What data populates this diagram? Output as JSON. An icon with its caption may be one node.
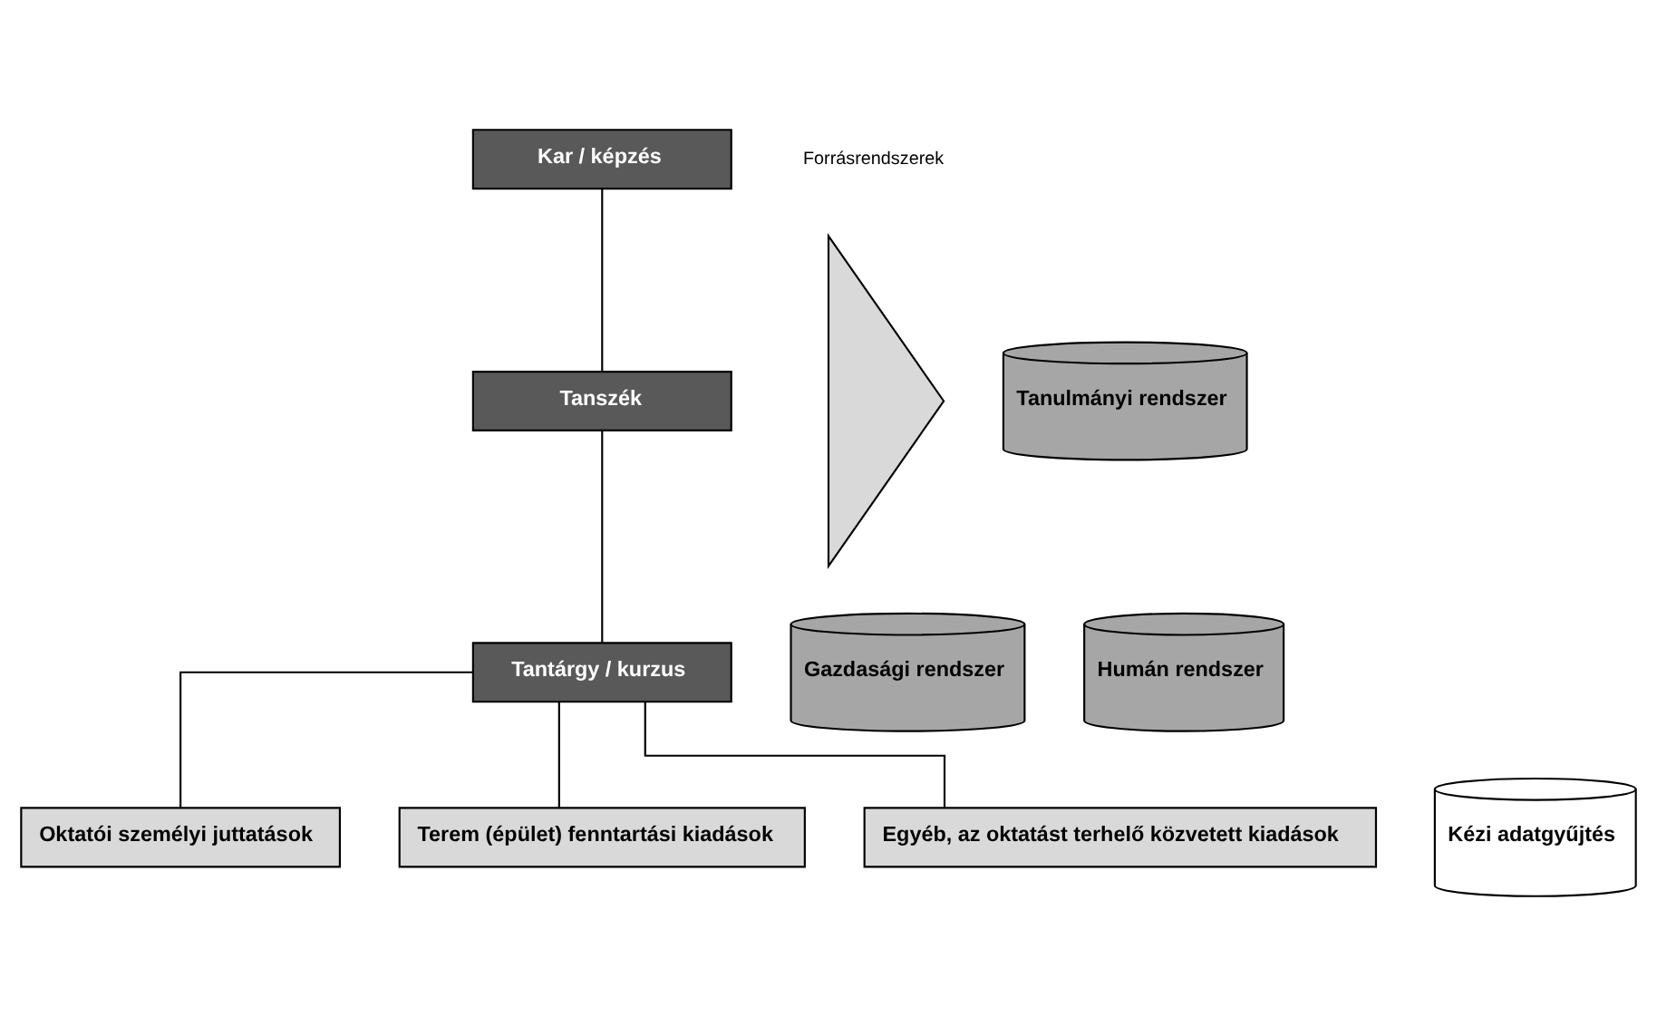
{
  "diagram": {
    "nodes": [
      {
        "text": [
          "Kar / képzés"
        ]
      },
      {
        "text": [
          "Tanszék"
        ]
      },
      {
        "text": [
          "Tantárgy / kurzus"
        ]
      },
      {
        "text": [
          "Oktatói személyi juttatások"
        ]
      },
      {
        "text": [
          "Terem (épület) fenntartási kiadások"
        ]
      },
      {
        "text": [
          "Egyéb, az oktatást terhelő közvetett kiadások"
        ]
      },
      {
        "text": [],
        "shape": "triangle"
      },
      {
        "text": [
          "Tanulmányi rendszer"
        ]
      },
      {
        "text": [
          "Gazdasági rendszer"
        ]
      },
      {
        "text": [
          "Humán rendszer"
        ]
      },
      {
        "text": [
          "Kézi adatgyűjtés"
        ]
      }
    ],
    "edges": [
      {
        "from": 0,
        "to": 1,
        "arrow": "none"
      },
      {
        "from": 1,
        "to": 2,
        "arrow": "none"
      },
      {
        "from": 2,
        "to": 3,
        "arrow": "none"
      },
      {
        "from": 2,
        "to": 4,
        "arrow": "none"
      },
      {
        "from": 2,
        "to": 5,
        "arrow": "none"
      }
    ],
    "labels": [
      "Forrásrendszerek"
    ]
  }
}
